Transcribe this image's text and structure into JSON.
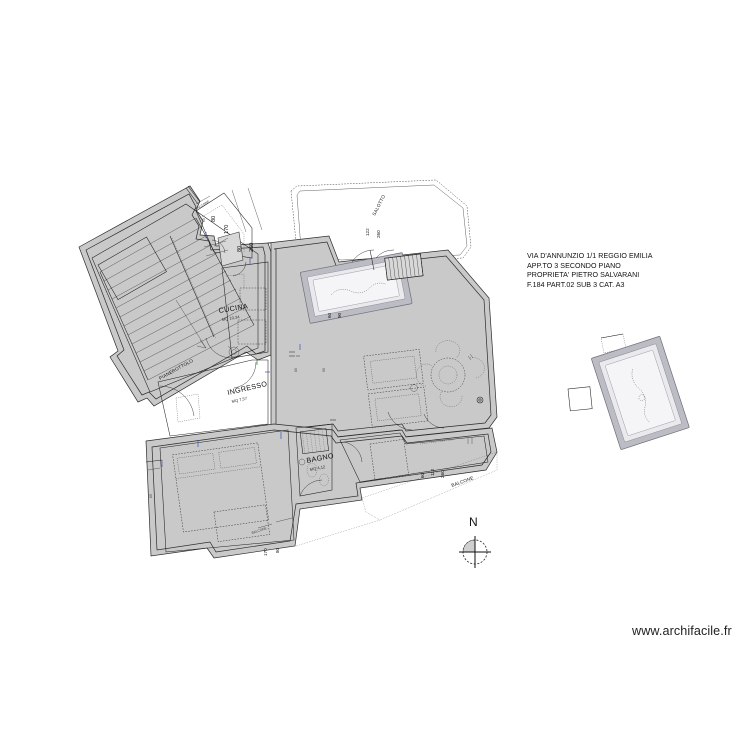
{
  "document": {
    "type": "architectural-floor-plan",
    "background_color": "#ffffff",
    "ink_color": "#111111",
    "wall_fill_color": "#c9c9c9"
  },
  "title_block": {
    "lines": [
      "VIA D'ANNUNZIO 1/1 REGGIO EMILIA",
      "APP.TO 3 SECONDO PIANO",
      "PROPRIETA' PIETRO SALVARANI",
      "F.184 PART.02 SUB 3 CAT. A3"
    ],
    "line_1": "VIA D'ANNUNZIO 1/1 REGGIO EMILIA",
    "line_2": "APP.TO 3 SECONDO PIANO",
    "line_3": "PROPRIETA' PIETRO SALVARANI",
    "line_4": "F.184 PART.02 SUB 3 CAT. A3"
  },
  "compass": {
    "north_label": "N"
  },
  "watermark": {
    "text": "www.archifacile.fr"
  },
  "rooms": [
    {
      "id": "ingresso",
      "name": "INGRESSO",
      "area": "MQ 7,57"
    },
    {
      "id": "cucina",
      "name": "CUCINA",
      "area": "MQ 10,34"
    },
    {
      "id": "bagno",
      "name": "BAGNO",
      "area": "MQ 4,12"
    },
    {
      "id": "pianerottolo",
      "name": "PIANEROTTOLO",
      "area": ""
    },
    {
      "id": "salotto",
      "name": "SALOTTO",
      "area": ""
    },
    {
      "id": "balcone",
      "name": "BALCONE",
      "area": ""
    }
  ],
  "room_labels": {
    "ingresso": "INGRESSO",
    "ingresso_area": "MQ 7,57",
    "cucina": "CUCINA",
    "cucina_area": "MQ 10,34",
    "bagno": "BAGNO",
    "bagno_area": "MQ 4,12",
    "pianerottolo": "PIANEROTTOLO",
    "salotto": "SALOTTO",
    "balcone": "BALCONE"
  },
  "dimensions": {
    "top_left_group": [
      "80",
      "170",
      "80",
      "260"
    ],
    "salotto_group": [
      "122",
      "260"
    ],
    "balcone_group": [
      "112",
      "260"
    ],
    "bottom_group": [
      "170",
      "80"
    ],
    "d_80_a": "80",
    "d_170_a": "170",
    "d_80_b": "80",
    "d_260_a": "260",
    "d_122": "122",
    "d_260_b": "260",
    "d_112": "112",
    "d_260_c": "260",
    "d_170_b": "170",
    "d_80_c": "80",
    "d_60": "60",
    "d_90": "90"
  }
}
